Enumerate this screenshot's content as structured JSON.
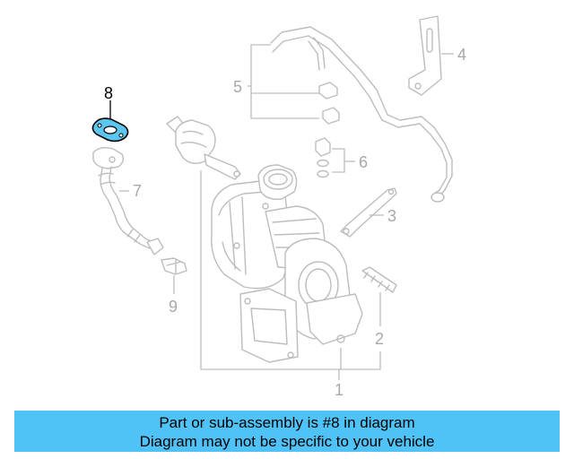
{
  "diagram": {
    "callouts": {
      "c1": "1",
      "c2": "2",
      "c3": "3",
      "c4": "4",
      "c5": "5",
      "c6": "6",
      "c7": "7",
      "c8": "8",
      "c9": "9"
    },
    "highlight": {
      "part_number": "8",
      "color": "#5bc6f0"
    }
  },
  "banner": {
    "line1": "Part or sub-assembly is #8 in diagram",
    "line2": "Diagram may not be specific to your vehicle",
    "background": "#4fc3f7"
  }
}
